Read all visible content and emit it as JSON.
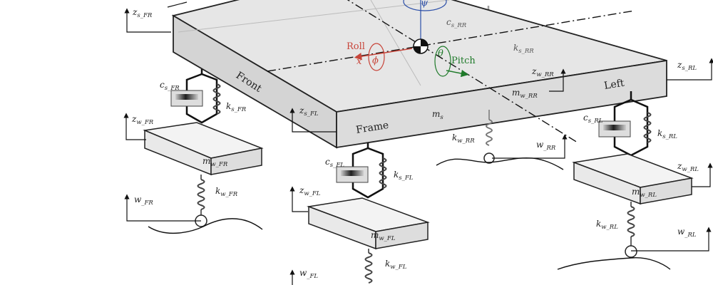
{
  "frame": {
    "front": "Front",
    "frame": "Frame",
    "left": "Left"
  },
  "greek": {
    "roll": "Roll",
    "roll_axis": "x",
    "roll_angle": "ϕ",
    "pitch": "Pitch",
    "pitch_angle": "θ",
    "yaw_angle": "ψ"
  },
  "sprung": {
    "m": "m",
    "sub": "s"
  },
  "labels": [
    {
      "key": "zs_fr",
      "base": "z",
      "sub": "s_FR"
    },
    {
      "key": "zs_fl",
      "base": "z",
      "sub": "s_FL"
    },
    {
      "key": "zs_rl",
      "base": "z",
      "sub": "s_RL"
    },
    {
      "key": "cs_fr",
      "base": "c",
      "sub": "s_FR"
    },
    {
      "key": "ks_fr",
      "base": "k",
      "sub": "s_FR"
    },
    {
      "key": "cs_fl",
      "base": "c",
      "sub": "s_FL"
    },
    {
      "key": "ks_fl",
      "base": "k",
      "sub": "s_FL"
    },
    {
      "key": "cs_rr",
      "base": "c",
      "sub": "s_RR"
    },
    {
      "key": "ks_rr",
      "base": "k",
      "sub": "s_RR"
    },
    {
      "key": "cs_rl",
      "base": "c",
      "sub": "s_RL"
    },
    {
      "key": "ks_rl",
      "base": "k",
      "sub": "s_RL"
    },
    {
      "key": "zw_fr",
      "base": "z",
      "sub": "w_FR"
    },
    {
      "key": "zw_fl",
      "base": "z",
      "sub": "w_FL"
    },
    {
      "key": "zw_rr",
      "base": "z",
      "sub": "w_RR"
    },
    {
      "key": "zw_rl",
      "base": "z",
      "sub": "w_RL"
    },
    {
      "key": "mw_fr",
      "base": "m",
      "sub": "w_FR"
    },
    {
      "key": "mw_fl",
      "base": "m",
      "sub": "w_FL"
    },
    {
      "key": "mw_rr",
      "base": "m",
      "sub": "w_RR"
    },
    {
      "key": "mw_rl",
      "base": "m",
      "sub": "w_RL"
    },
    {
      "key": "kw_fr",
      "base": "k",
      "sub": "w_FR"
    },
    {
      "key": "kw_fl",
      "base": "k",
      "sub": "w_FL"
    },
    {
      "key": "kw_rr",
      "base": "k",
      "sub": "w_RR"
    },
    {
      "key": "kw_rl",
      "base": "k",
      "sub": "w_RL"
    },
    {
      "key": "w_fr",
      "base": "w",
      "sub": "_FR"
    },
    {
      "key": "w_fl",
      "base": "w",
      "sub": "_FL"
    },
    {
      "key": "w_rr",
      "base": "w",
      "sub": "_RR"
    },
    {
      "key": "w_rl",
      "base": "w",
      "sub": "_RL"
    }
  ],
  "colors": {
    "roll": "#c8453a",
    "pitch": "#1f7a2a",
    "yaw": "#2c4fa8",
    "frame_top": "#e6e6e6",
    "frame_side": "#d2d2d2"
  }
}
